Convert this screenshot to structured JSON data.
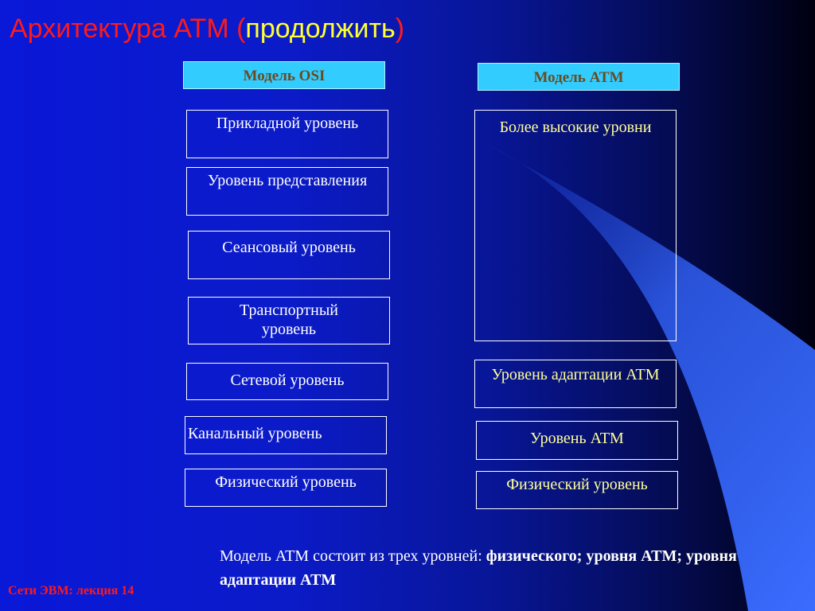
{
  "slide": {
    "title_main": "Архитектура ATM (",
    "title_cont": "продолжить",
    "title_end": ")"
  },
  "osi": {
    "header": "Модель OSI",
    "layers": [
      "Прикладной уровень",
      "Уровень представления",
      "Сеансовый уровень",
      "Транспортный уровень",
      "Сетевой уровень",
      "Канальный уровень",
      "Физический уровень"
    ]
  },
  "atm": {
    "header": "Модель ATM",
    "layers": [
      "Более высокие уровни",
      "Уровень адаптации ATM",
      "Уровень ATM",
      "Физический уровень"
    ]
  },
  "note": {
    "prefix": "Модель ATM состоит из трех уровней: ",
    "bold": "физического; уровня ATM; уровня адаптации ATM"
  },
  "footer": "Сети ЭВМ: лекция 14",
  "colors": {
    "title": "#ff1a1a",
    "title_cont": "#ffff33",
    "header_bg": "#33ccff",
    "header_text": "#6b4a1f",
    "box_text_atm": "#ffff99"
  }
}
